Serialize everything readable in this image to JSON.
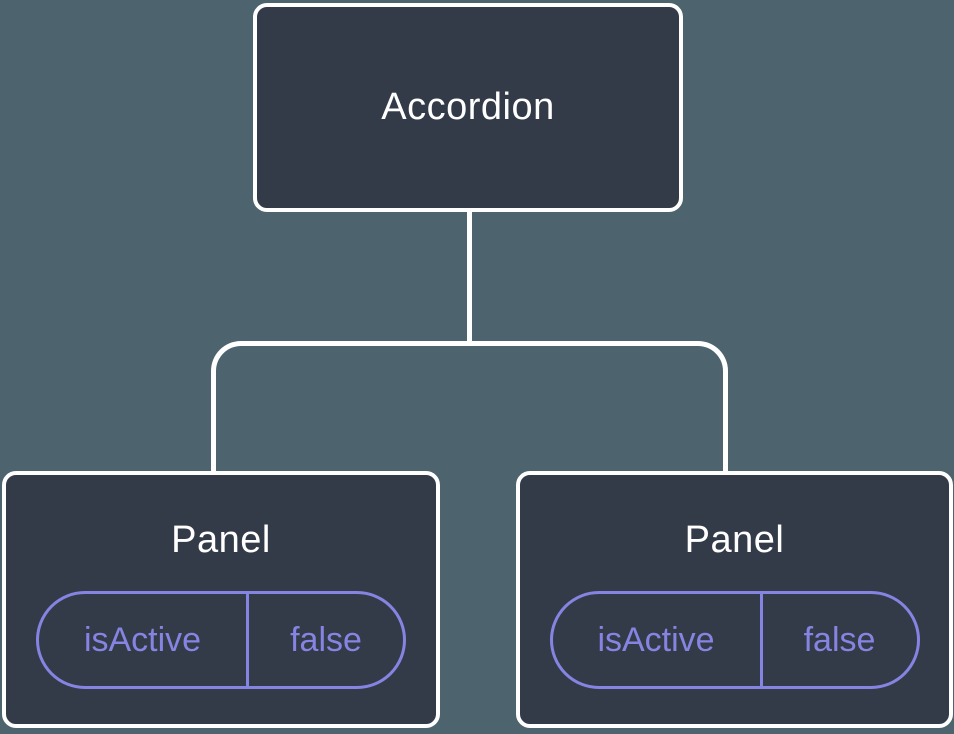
{
  "diagram": {
    "type": "component-tree",
    "root_label": "Accordion",
    "panels": [
      {
        "title": "Panel",
        "state_key": "isActive",
        "state_value": "false"
      },
      {
        "title": "Panel",
        "state_key": "isActive",
        "state_value": "false"
      }
    ],
    "colors": {
      "background": "#4D646E",
      "node_fill": "#343B48",
      "node_border": "#FFFFFF",
      "connector": "#FFFFFF",
      "state_accent": "#8684E2",
      "title_text": "#FFFFFF"
    }
  }
}
